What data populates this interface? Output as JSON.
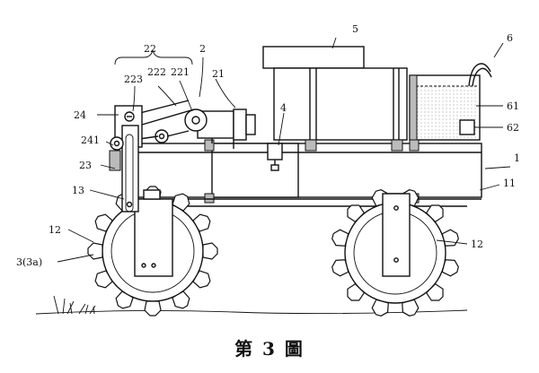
{
  "labels": {
    "l22": "22",
    "l2": "2",
    "l5": "5",
    "l6": "6",
    "l223": "223",
    "l222": "222",
    "l221": "221",
    "l21": "21",
    "l24": "24",
    "l4": "4",
    "l61": "61",
    "l62": "62",
    "l241": "241",
    "l1": "1",
    "l23": "23",
    "l11": "11",
    "l13": "13",
    "l12a": "12",
    "l12b": "12",
    "l3": "3(3a)"
  },
  "caption": "第 3 圖"
}
